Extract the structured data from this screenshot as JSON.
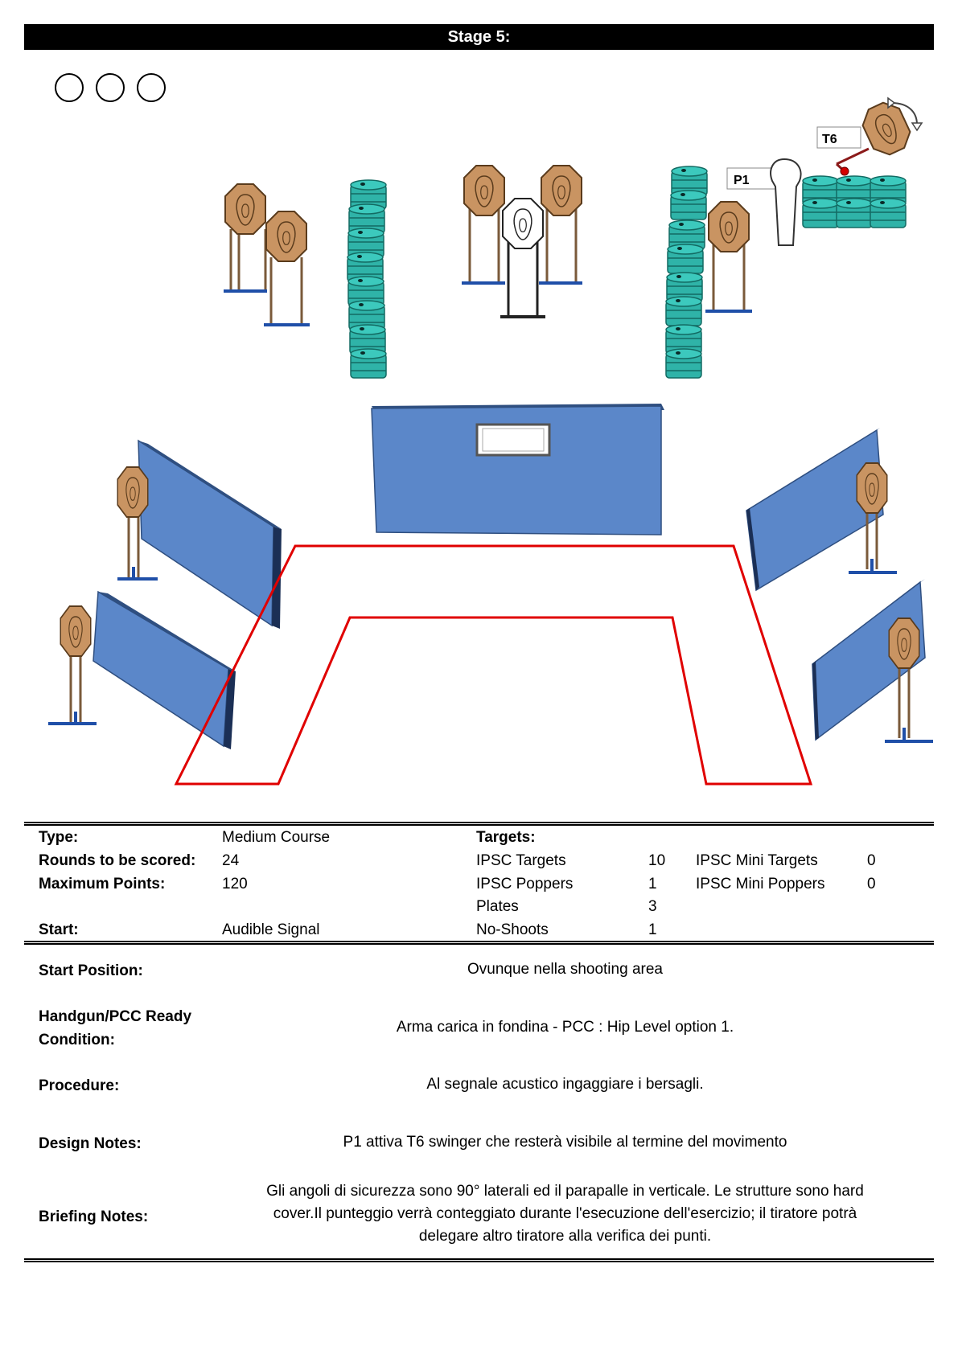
{
  "header": {
    "title": "Stage 5:"
  },
  "diagram": {
    "labels": {
      "t6": "T6",
      "p1": "P1"
    },
    "colors": {
      "wall": "#5b87c9",
      "target": "#c99462",
      "barrel": "#2fb3a8",
      "fault_line": "#e00000",
      "stand": "#1f4fa8"
    }
  },
  "info": {
    "type_label": "Type:",
    "type_value": "Medium Course",
    "rounds_label": "Rounds to be scored:",
    "rounds_value": "24",
    "max_label": "Maximum Points:",
    "max_value": "120",
    "start_label": "Start:",
    "start_value": "Audible Signal",
    "targets_label": "Targets:",
    "targets": [
      {
        "name": "IPSC Targets",
        "count": "10"
      },
      {
        "name": "IPSC Poppers",
        "count": "1"
      },
      {
        "name": "Plates",
        "count": "3"
      },
      {
        "name": "No-Shoots",
        "count": "1"
      }
    ],
    "mini_targets": [
      {
        "name": "IPSC Mini Targets",
        "count": "0"
      },
      {
        "name": "IPSC Mini Poppers",
        "count": "0"
      }
    ]
  },
  "details": {
    "start_position_label": "Start Position:",
    "start_position_value": "Ovunque nella shooting area",
    "ready_label_1": "Handgun/PCC Ready",
    "ready_label_2": "Condition:",
    "ready_value": "Arma carica in fondina - PCC : Hip Level option 1.",
    "procedure_label": "Procedure:",
    "procedure_value": "Al segnale acustico ingaggiare i bersagli.",
    "design_label": "Design Notes:",
    "design_value": "P1 attiva T6 swinger che resterà visibile al termine del movimento",
    "briefing_label": "Briefing Notes:",
    "briefing_line_1": "Gli angoli di sicurezza sono 90° laterali ed il parapalle in verticale. Le strutture sono hard",
    "briefing_line_2": "cover.Il punteggio verrà conteggiato durante l'esecuzione dell'esercizio; il tiratore potrà",
    "briefing_line_3": "delegare altro tiratore alla verifica  dei punti."
  }
}
